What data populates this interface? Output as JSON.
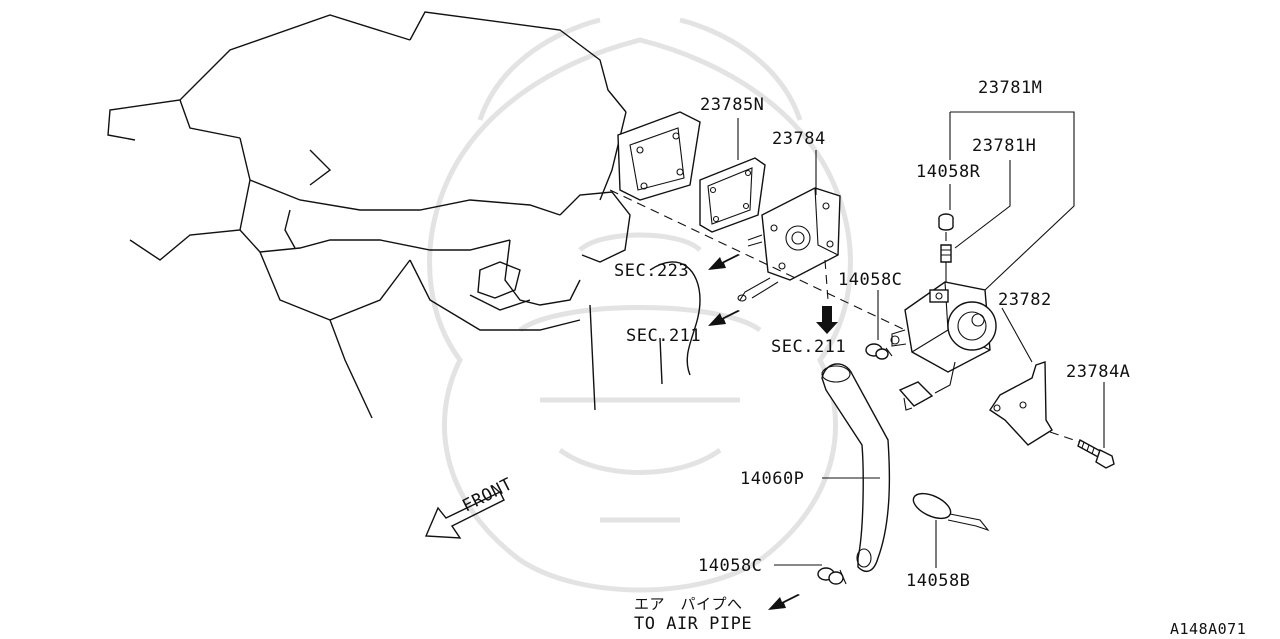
{
  "diagram": {
    "part_labels": {
      "p23785N": "23785N",
      "p23784": "23784",
      "p23781M": "23781M",
      "p23781H": "23781H",
      "p14058R": "14058R",
      "p14058C_top": "14058C",
      "p23782": "23782",
      "p23784A": "23784A",
      "p14060P": "14060P",
      "p14058C_bottom": "14058C",
      "p14058B": "14058B"
    },
    "section_refs": {
      "sec223": "SEC.223",
      "sec211_left": "SEC.211",
      "sec211_right": "SEC.211"
    },
    "front_label": "FRONT",
    "air_pipe_jp": "エア　パイプへ",
    "air_pipe_en": "TO AIR PIPE",
    "diagram_code": "A148A071"
  },
  "colors": {
    "line": "#111111",
    "watermark": "#e3e3e3",
    "background": "#ffffff"
  }
}
